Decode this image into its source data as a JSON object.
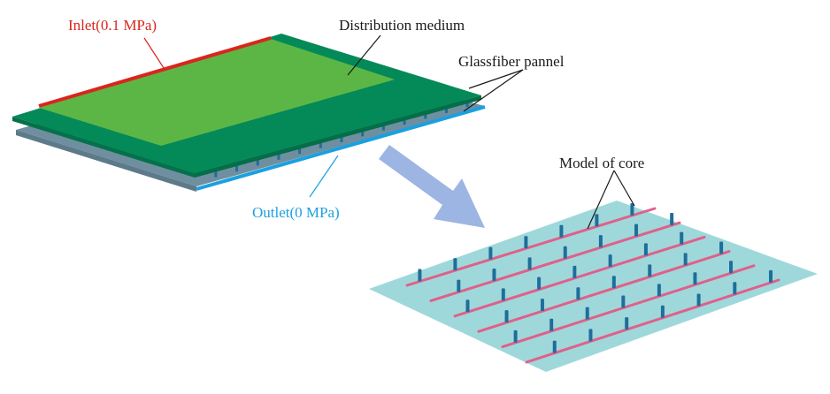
{
  "labels": {
    "inlet": "Inlet(0.1 MPa)",
    "distribution": "Distribution medium",
    "glassfiber": "Glassfiber pannel",
    "outlet": "Outlet(0 MPa)",
    "core": "Model of core"
  },
  "colors": {
    "inlet": "#d9261c",
    "outlet": "#1aa0e0",
    "label_text": "#1a1a1a",
    "panel_top": "#048a58",
    "panel_bottom": "#6f8fa0",
    "distribution_medium": "#5cb646",
    "core_base": "#9fd8db",
    "core_lines": "#e0608a",
    "core_posts": "#1f6e9a",
    "arrow": "#9db5e2"
  }
}
